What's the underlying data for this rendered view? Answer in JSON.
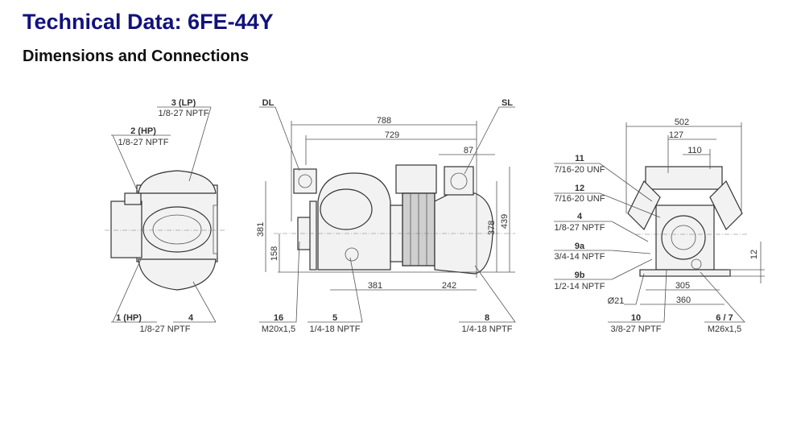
{
  "header": {
    "title": "Technical Data: 6FE-44Y",
    "subtitle": "Dimensions and Connections"
  },
  "drawing": {
    "left_view": {
      "c3_name": "3 (LP)",
      "c3_thread": "1/8-27 NPTF",
      "c2_name": "2 (HP)",
      "c2_thread": "1/8-27 NPTF",
      "c1_name": "1 (HP)",
      "c4_name": "4",
      "c14_thread": "1/8-27 NPTF"
    },
    "side_view": {
      "dl": "DL",
      "sl": "SL",
      "dim_788": "788",
      "dim_729": "729",
      "dim_87": "87",
      "dim_381v": "381",
      "dim_158": "158",
      "dim_378": "378",
      "dim_439": "439",
      "dim_381h": "381",
      "dim_242": "242",
      "c16_name": "16",
      "c16_thread": "M20x1,5",
      "c5_name": "5",
      "c5_thread": "1/4-18 NPTF",
      "c8_name": "8",
      "c8_thread": "1/4-18 NPTF"
    },
    "end_view": {
      "dim_502": "502",
      "dim_127": "127",
      "dim_110": "110",
      "c11_name": "11",
      "c11_thread": "7/16-20 UNF",
      "c12_name": "12",
      "c12_thread": "7/16-20 UNF",
      "c4_name": "4",
      "c4_thread": "1/8-27 NPTF",
      "c9a_name": "9a",
      "c9a_thread": "3/4-14 NPTF",
      "c9b_name": "9b",
      "c9b_thread": "1/2-14 NPTF",
      "dia21": "Ø21",
      "dim_305": "305",
      "dim_360": "360",
      "dim_12": "12",
      "c10_name": "10",
      "c10_thread": "3/8-27 NPTF",
      "c67_name": "6 / 7",
      "c67_thread": "M26x1,5"
    }
  }
}
